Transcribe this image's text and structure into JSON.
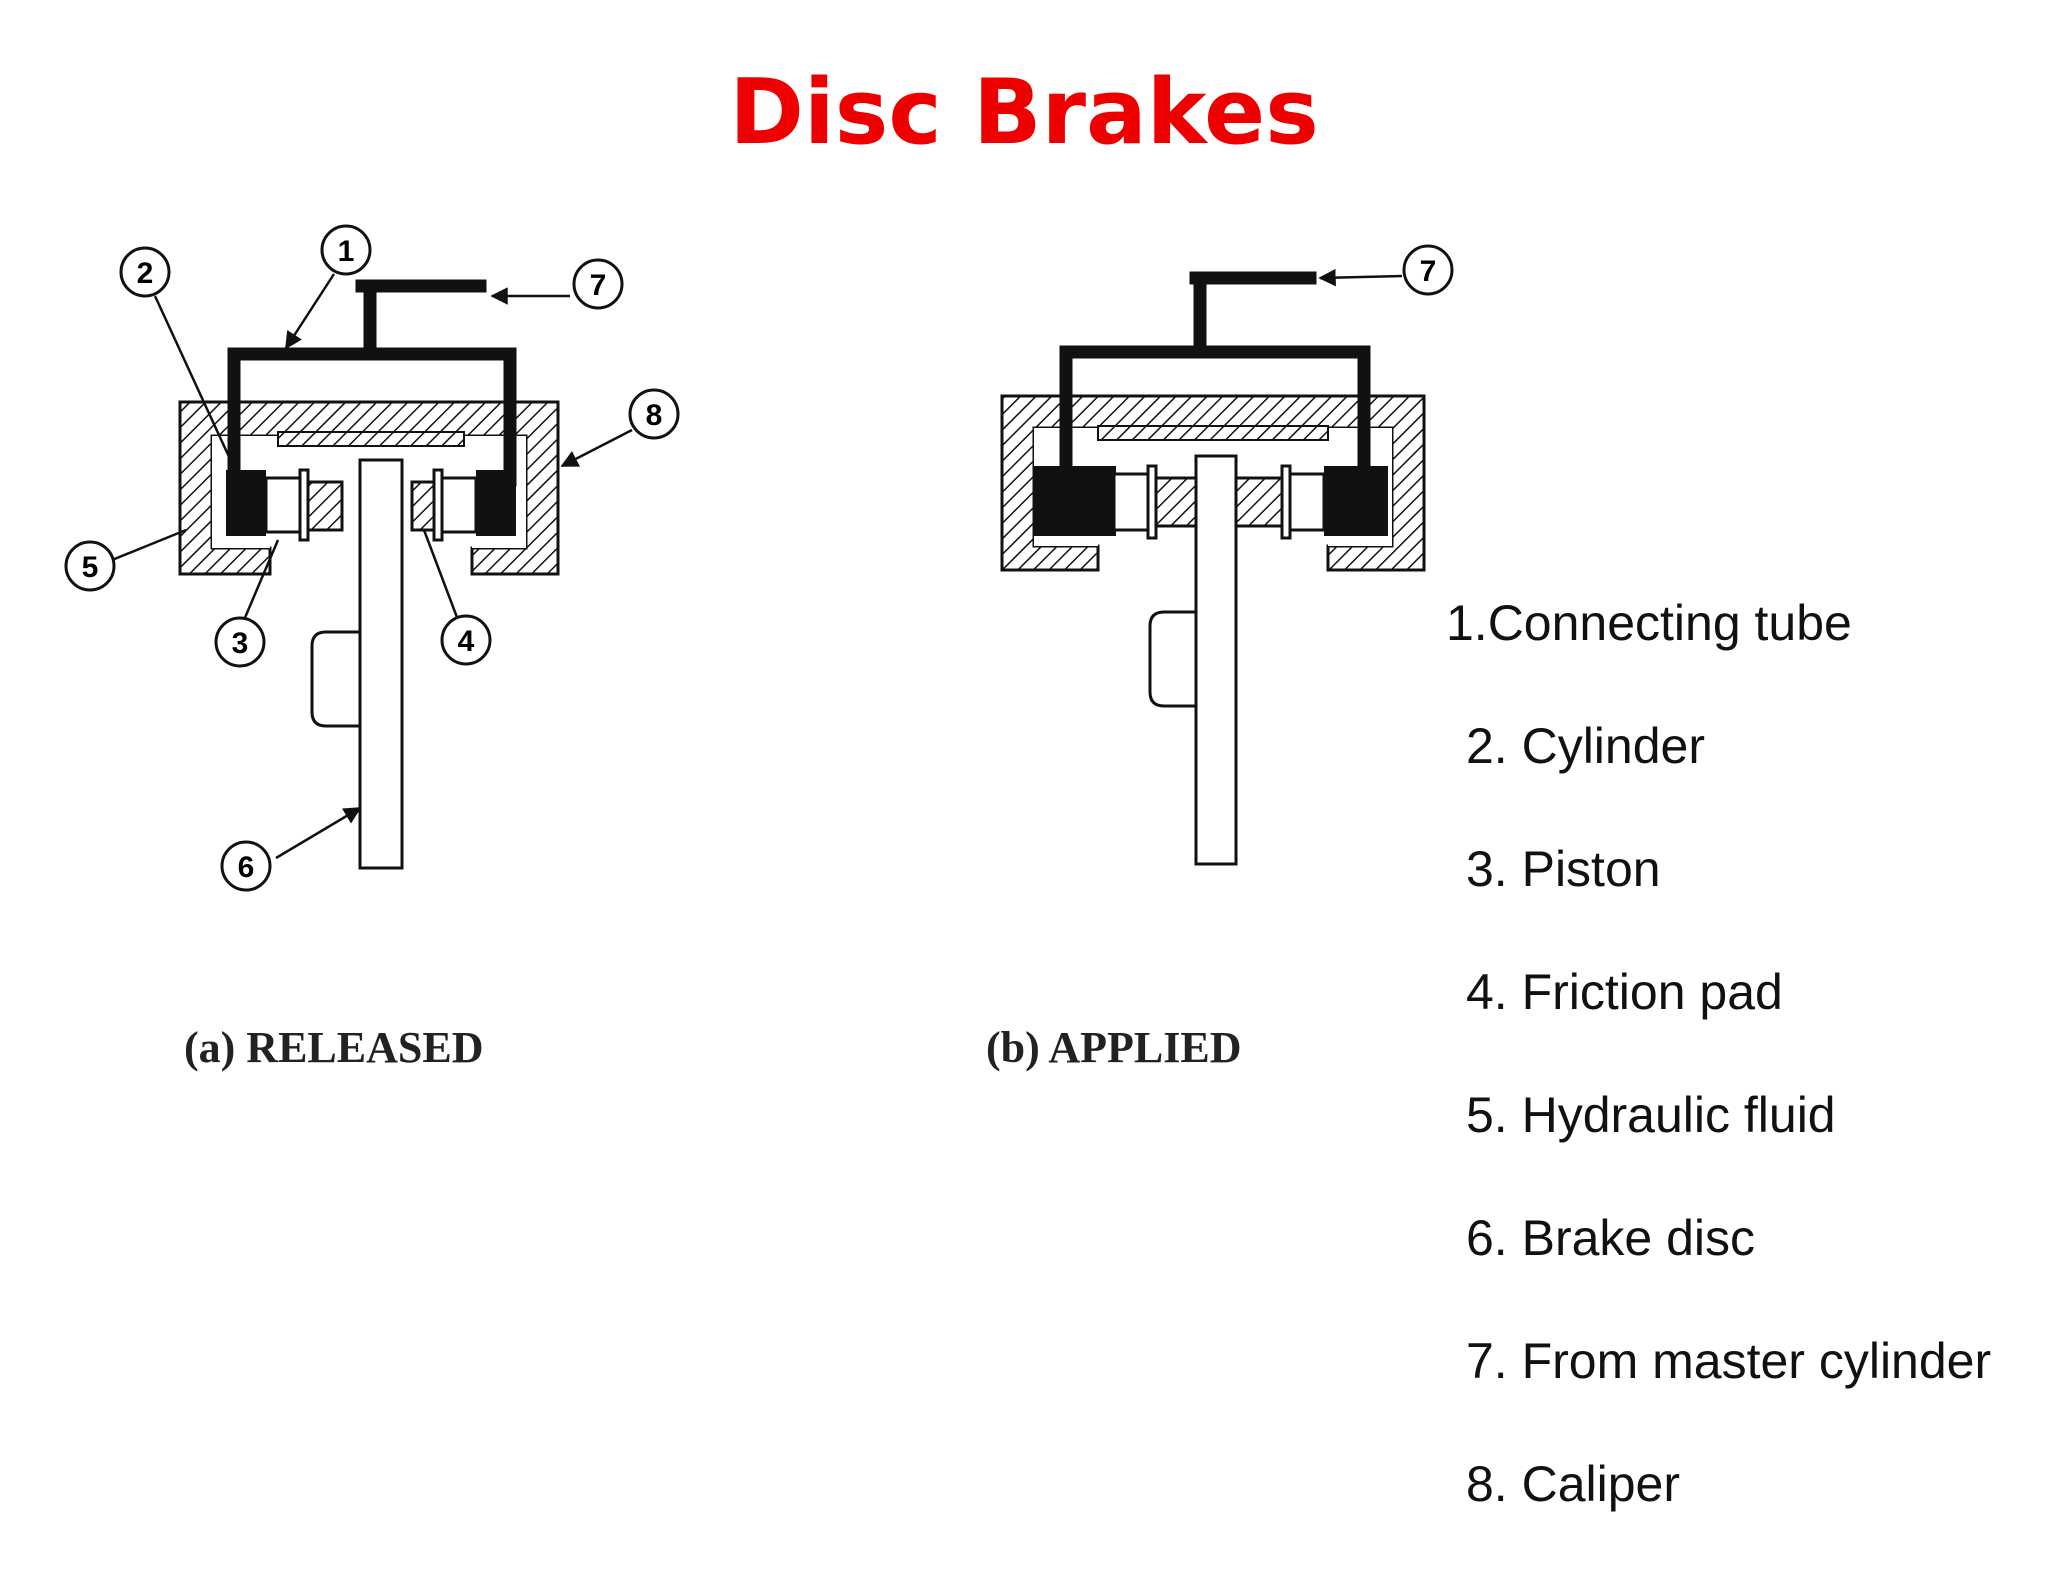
{
  "title": "Disc Brakes",
  "colors": {
    "title": "#ee0000",
    "ink": "#111111",
    "paper": "#ffffff"
  },
  "diagrams": [
    {
      "caption": "(a) RELEASED",
      "callouts": [
        "1",
        "2",
        "3",
        "4",
        "5",
        "6",
        "7",
        "8"
      ]
    },
    {
      "caption": "(b) APPLIED",
      "callouts": [
        "7"
      ]
    }
  ],
  "legend": [
    "1.Connecting tube",
    "2. Cylinder",
    "3. Piston",
    "4. Friction pad",
    "5. Hydraulic fluid",
    "6. Brake disc",
    "7. From master cylinder",
    "8. Caliper"
  ]
}
